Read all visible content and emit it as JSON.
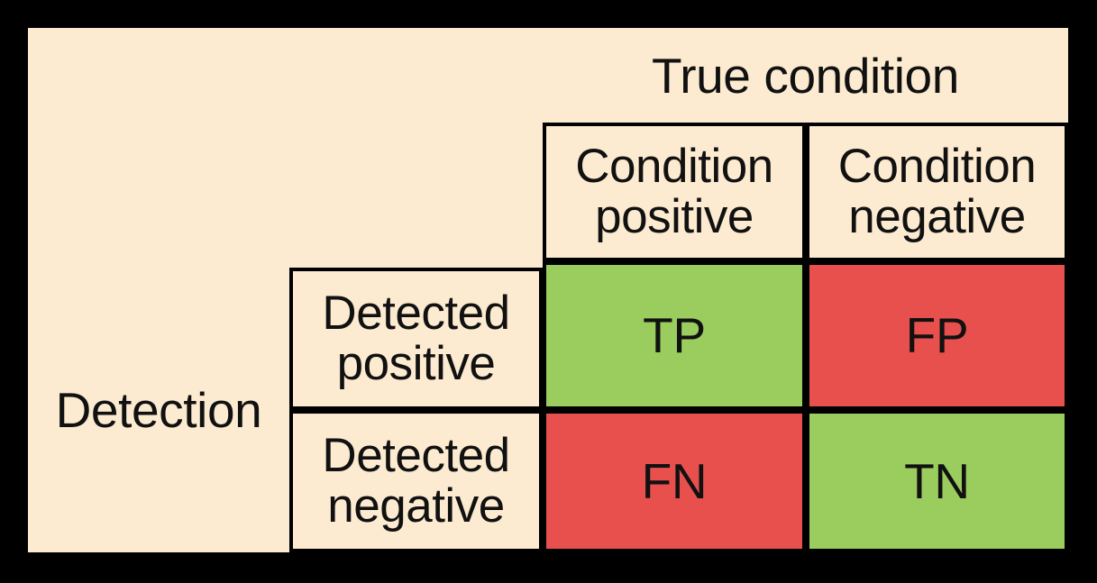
{
  "figure": {
    "kind": "confusion-matrix",
    "colors": {
      "background": "#FCEBD0",
      "border": "#000000",
      "correct": "#9ACD5E",
      "incorrect": "#E8504E",
      "text": "#111111"
    }
  },
  "axes": {
    "column_group_label": "True condition",
    "row_group_label": "Detection"
  },
  "column_headers": [
    {
      "line1": "Condition",
      "line2": "positive",
      "full": "Condition positive"
    },
    {
      "line1": "Condition",
      "line2": "negative",
      "full": "Condition negative"
    }
  ],
  "row_headers": [
    {
      "line1": "Detected",
      "line2": "positive",
      "full": "Detected positive"
    },
    {
      "line1": "Detected",
      "line2": "negative",
      "full": "Detected negative"
    }
  ],
  "cells": [
    {
      "id": "tp",
      "label": "TP",
      "meaning": "true positive",
      "tone": "correct"
    },
    {
      "id": "fp",
      "label": "FP",
      "meaning": "false positive",
      "tone": "incorrect"
    },
    {
      "id": "fn",
      "label": "FN",
      "meaning": "false negative",
      "tone": "incorrect"
    },
    {
      "id": "tn",
      "label": "TN",
      "meaning": "true negative",
      "tone": "correct"
    }
  ],
  "chart_data": {
    "type": "table",
    "title": "",
    "xlabel": "True condition",
    "ylabel": "Detection",
    "categories": [
      "Condition positive",
      "Condition negative"
    ],
    "rows": [
      "Detected positive",
      "Detected negative"
    ],
    "values": [
      [
        "TP",
        "FP"
      ],
      [
        "FN",
        "TN"
      ]
    ],
    "legend": [],
    "grid": true
  }
}
